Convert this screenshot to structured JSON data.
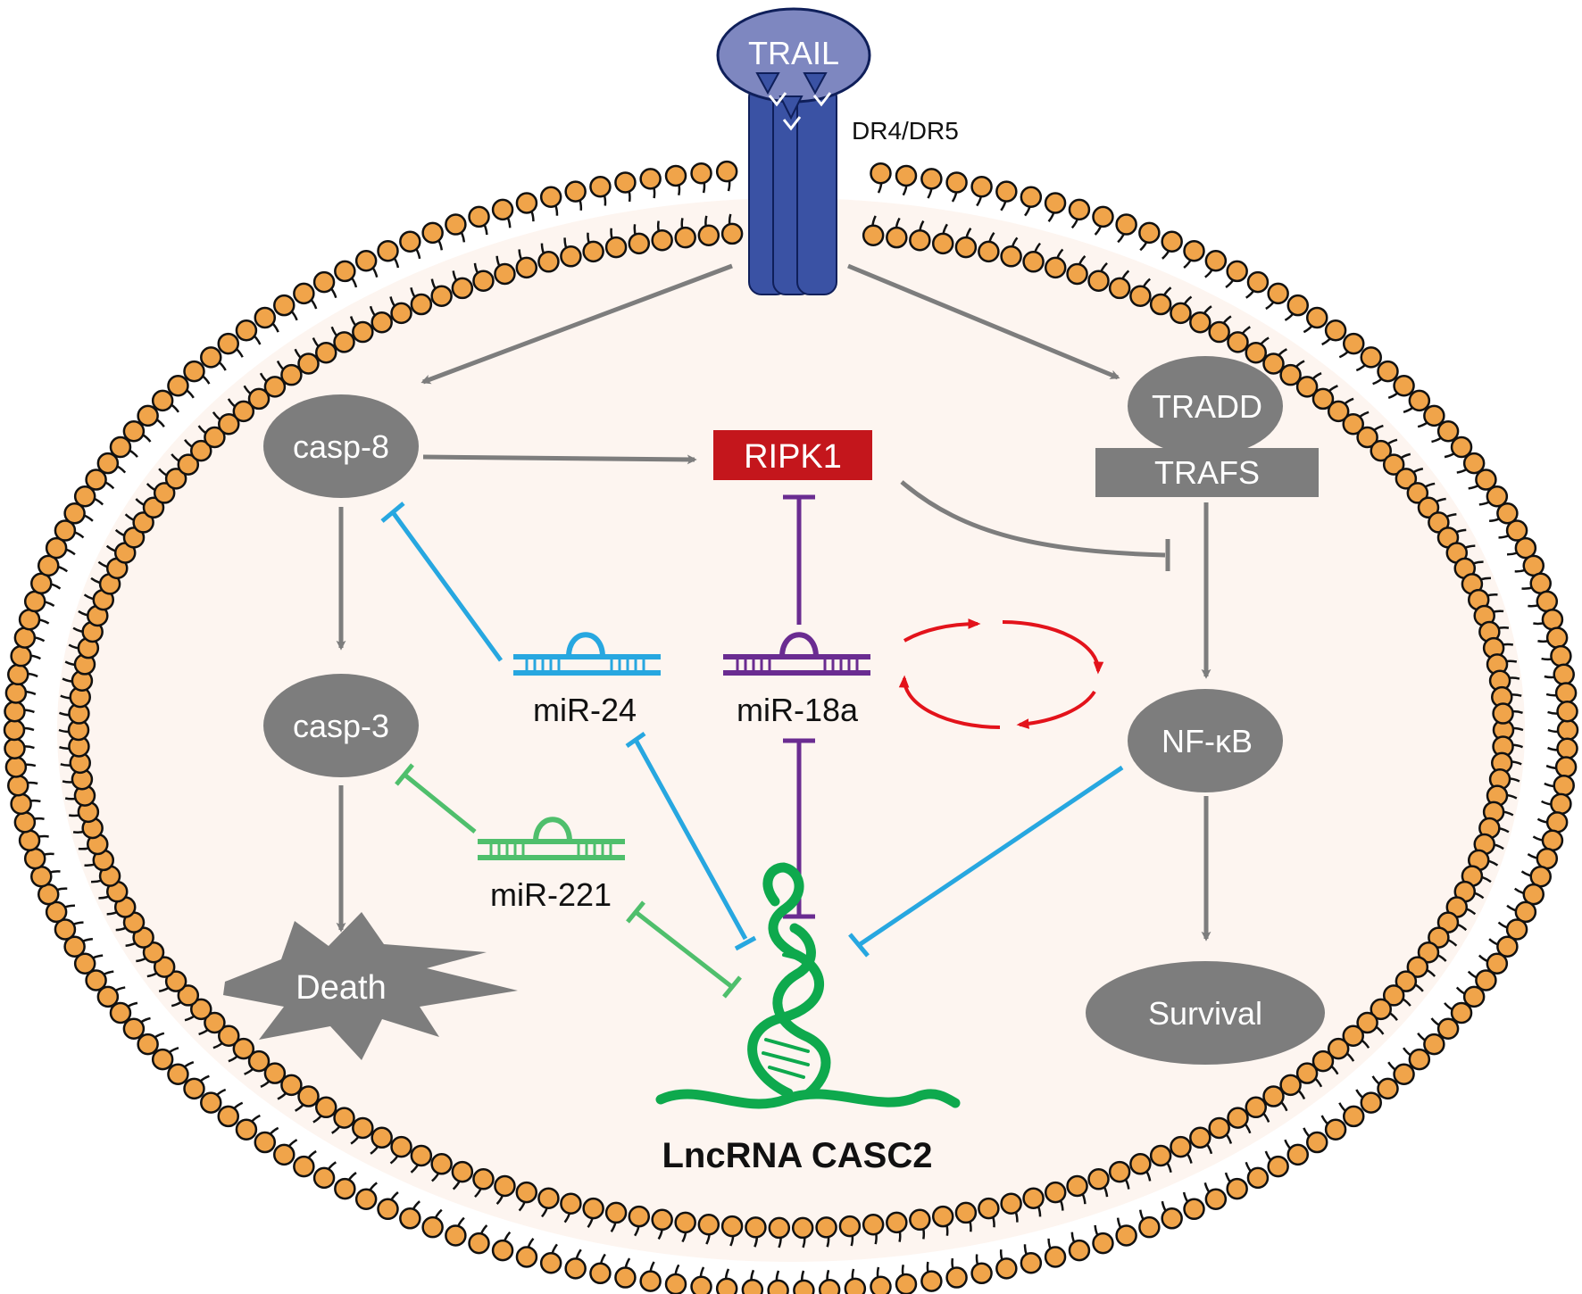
{
  "nodes": {
    "trail": "TRAIL",
    "receptor": "DR4/DR5",
    "casp8": "casp-8",
    "ripk1": "RIPK1",
    "tradd": "TRADD",
    "trafs": "TRAFS",
    "casp3": "casp-3",
    "nfkb": "NF-κB",
    "death": "Death",
    "survival": "Survival",
    "mir24": "miR-24",
    "mir18a": "miR-18a",
    "mir221": "miR-221",
    "casc2": "LncRNA CASC2"
  },
  "colors": {
    "node_gray": "#7d7d7d",
    "ripk1_red": "#c4161c",
    "receptor_blue": "#3a52a4",
    "trail_lavender": "#7e87c0",
    "mir24_blue": "#27a7e0",
    "mir18a_purple": "#6a2c91",
    "mir221_green": "#4fbf6c",
    "casc2_green": "#0ea94d",
    "loop_red": "#e3131b",
    "lipid_head": "#f0a44a",
    "cytoplasm": "#fdf5f0"
  }
}
